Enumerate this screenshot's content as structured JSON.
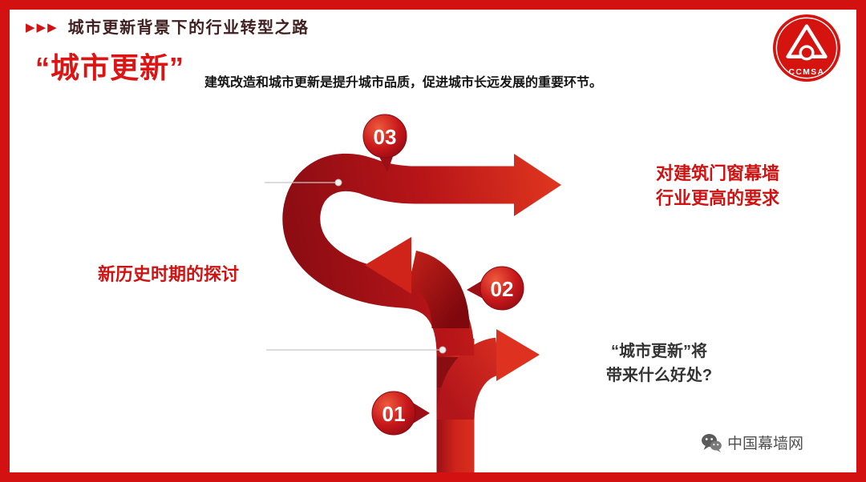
{
  "slide": {
    "header": {
      "arrows": "▶▶▶",
      "title": "城市更新背景下的行业转型之路"
    },
    "intro": {
      "headline": "“城市更新”",
      "description": "建筑改造和城市更新是提升城市品质，促进城市长远发展的重要环节。"
    },
    "logo": {
      "caption": "CCMSA"
    },
    "diagram": {
      "step1": {
        "number": "01",
        "label_line1": "“城市更新”将",
        "label_line2": "带来什么好处?"
      },
      "step2": {
        "number": "02",
        "label": "新历史时期的探讨"
      },
      "step3": {
        "number": "03",
        "label_line1": "对建筑门窗幕墙",
        "label_line2": "行业更高的要求"
      }
    },
    "footer": {
      "brand": "中国幕墙网",
      "icon": "wechat-icon"
    },
    "colors": {
      "frame_red": "#d31111",
      "bright_red": "#e0301f",
      "dark_red": "#8e0d13",
      "label_red": "#cf1212",
      "text_dark": "#333333"
    }
  }
}
